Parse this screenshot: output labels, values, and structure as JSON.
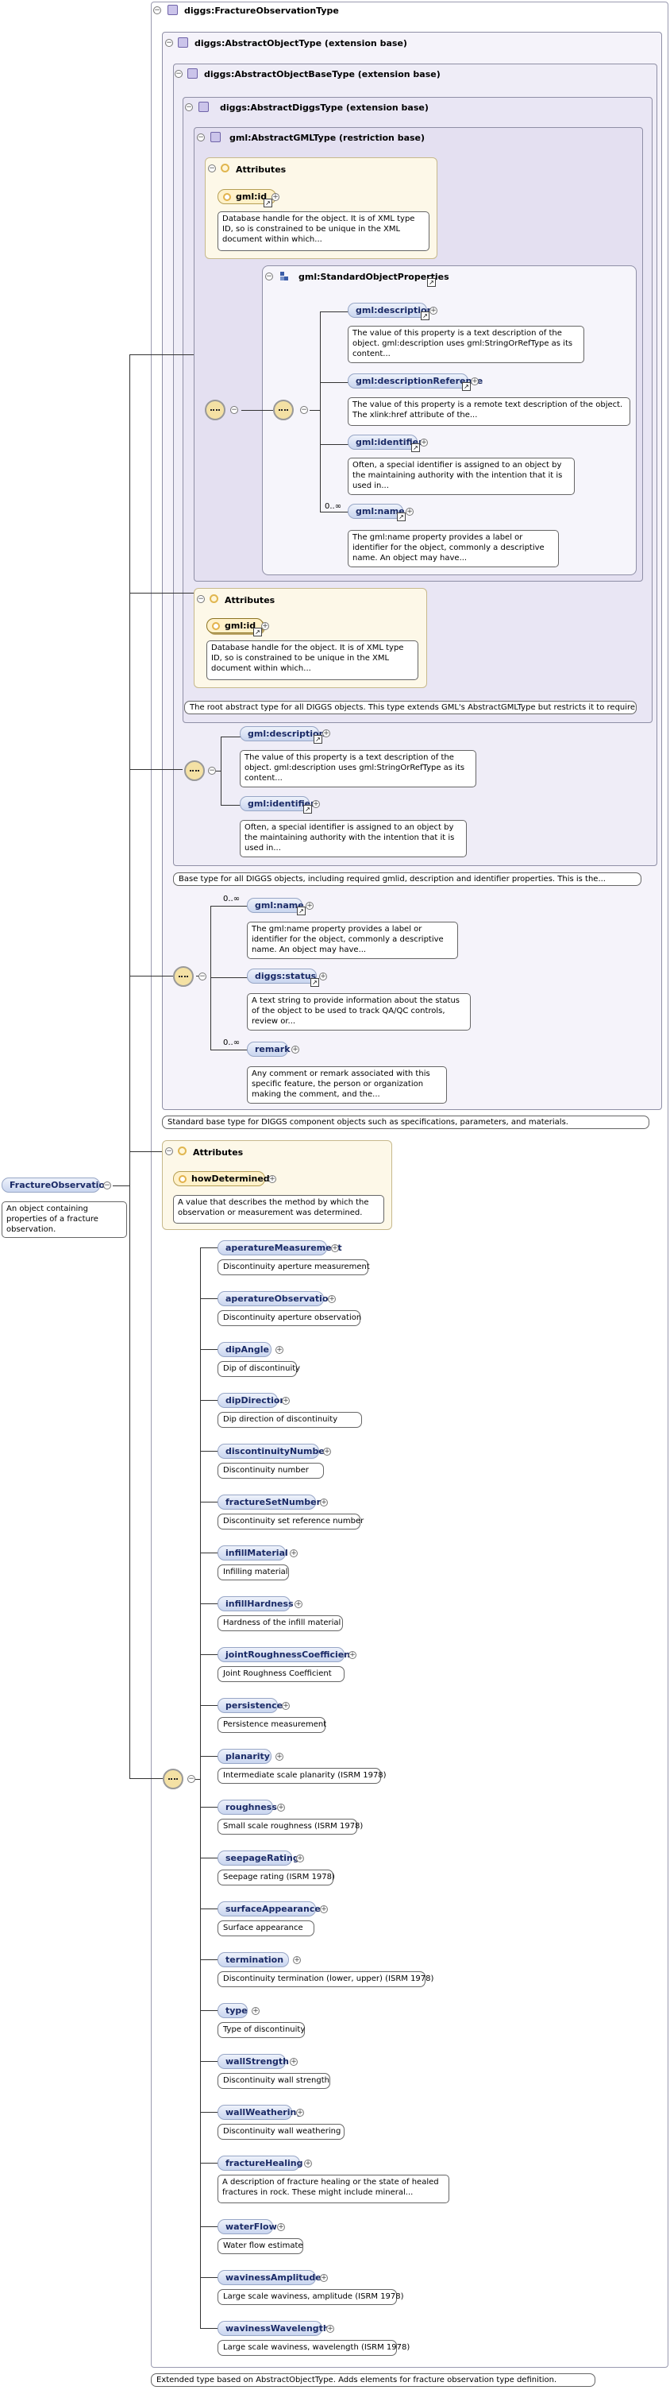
{
  "outer_type": "diggs:FractureObservationType",
  "abstract_object_type": "diggs:AbstractObjectType (extension base)",
  "abstract_object_base_type": "diggs:AbstractObjectBaseType (extension base)",
  "abstract_diggs_type": "diggs:AbstractDiggsType (extension base)",
  "abstract_gml_type": "gml:AbstractGMLType (restriction base)",
  "attributes_label": "Attributes",
  "gml_id": {
    "name": "gml:id",
    "doc": "Database handle for the object. It is of XML type ID, so is constrained to be unique in the XML document within which..."
  },
  "std_props": {
    "title": "gml:StandardObjectProperties",
    "items": [
      {
        "name": "gml:description",
        "doc": "The value of this property is a text description of the object. gml:description uses gml:StringOrRefType as its content..."
      },
      {
        "name": "gml:descriptionReference",
        "doc": "The value of this property is a remote text description of the object. The xlink:href attribute of the..."
      },
      {
        "name": "gml:identifier",
        "doc": "Often, a special identifier is assigned to an object by the maintaining authority with the intention that it is used in..."
      },
      {
        "name": "gml:name",
        "doc": "The gml:name property provides a label or identifier for the object, commonly a descriptive name. An object may have...",
        "card": "0..∞"
      }
    ]
  },
  "diggs_type_doc": "The root abstract type for all DIGGS objects. This type extends GML's AbstractGMLType but restricts it to require a...",
  "diggs_type_items": [
    {
      "name": "gml:description",
      "doc": "The value of this property is a text description of the object. gml:description uses gml:StringOrRefType as its content..."
    },
    {
      "name": "gml:identifier",
      "doc": "Often, a special identifier is assigned to an object by the maintaining authority with the intention that it is used in..."
    }
  ],
  "base_type_doc": "Base type for all DIGGS objects, including required gmlid, description and identifier properties. This is the...",
  "base_type_items": [
    {
      "name": "gml:name",
      "doc": "The gml:name property provides a label or identifier for the object, commonly a descriptive name. An object may have...",
      "card": "0..∞"
    },
    {
      "name": "diggs:status",
      "doc": "A text string to provide information about the status of the object to be used to track QA/QC controls, review or..."
    },
    {
      "name": "remark",
      "doc": "Any comment or remark associated with this specific feature, the person or organization making the comment, and the...",
      "card": "0..∞"
    }
  ],
  "object_type_doc": "Standard base type for DIGGS component objects such as specifications, parameters, and materials.",
  "how_determined": {
    "name": "howDetermined",
    "doc": "A value that describes the method by which the observation or measurement was determined."
  },
  "root": {
    "name": "FractureObservation",
    "doc": "An object containing properties of a fracture observation."
  },
  "fracture_elements": [
    {
      "name": "aperatureMeasurement",
      "doc": "Discontinuity aperture measurement"
    },
    {
      "name": "aperatureObservation",
      "doc": "Discontinuity aperture observation"
    },
    {
      "name": "dipAngle",
      "doc": "Dip of discontinuity"
    },
    {
      "name": "dipDirection",
      "doc": "Dip direction of discontinuity"
    },
    {
      "name": "discontinuityNumber",
      "doc": "Discontinuity number"
    },
    {
      "name": "fractureSetNumber",
      "doc": "Discontinuity set reference number"
    },
    {
      "name": "infillMaterial",
      "doc": "Infilling material"
    },
    {
      "name": "infillHardness",
      "doc": "Hardness of the infill material"
    },
    {
      "name": "jointRoughnessCoefficient",
      "doc": "Joint Roughness Coefficient"
    },
    {
      "name": "persistence",
      "doc": "Persistence measurement"
    },
    {
      "name": "planarity",
      "doc": "Intermediate scale planarity (ISRM 1978)"
    },
    {
      "name": "roughness",
      "doc": "Small scale roughness (ISRM 1978)"
    },
    {
      "name": "seepageRating",
      "doc": "Seepage rating (ISRM 1978)"
    },
    {
      "name": "surfaceAppearance",
      "doc": "Surface appearance"
    },
    {
      "name": "termination",
      "doc": "Discontinuity termination (lower, upper) (ISRM 1978)"
    },
    {
      "name": "type",
      "doc": "Type of discontinuity"
    },
    {
      "name": "wallStrength",
      "doc": "Discontinuity wall strength"
    },
    {
      "name": "wallWeathering",
      "doc": "Discontinuity wall weathering"
    },
    {
      "name": "fractureHealing",
      "doc": "A description of fracture healing or the state of healed fractures in rock. These might include mineral..."
    },
    {
      "name": "waterFlow",
      "doc": "Water flow estimate"
    },
    {
      "name": "wavinessAmplitude",
      "doc": "Large scale waviness, amplitude (ISRM 1978)"
    },
    {
      "name": "wavinessWavelength",
      "doc": "Large scale waviness, wavelength (ISRM 1978)"
    }
  ],
  "outer_doc": "Extended type based on AbstractObjectType. Adds elements for fracture observation type definition."
}
